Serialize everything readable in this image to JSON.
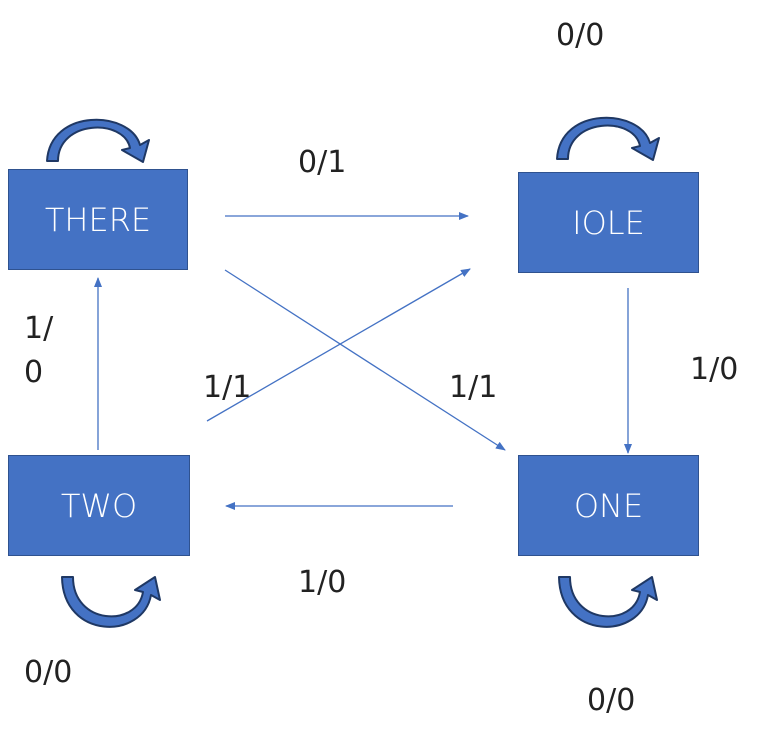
{
  "states": {
    "there": "THERE",
    "iole": "IOLE",
    "two": "TWO",
    "one": "ONE"
  },
  "labels": {
    "iole_self": "0/0",
    "there_to_iole": "0/1",
    "two_to_there_line1": "1/",
    "two_to_there_line2": "0",
    "two_to_iole": "1/1",
    "there_to_one": "1/1",
    "iole_to_one": "1/0",
    "one_to_two": "1/0",
    "two_self": "0/0",
    "one_self": "0/0"
  },
  "colors": {
    "state_fill": "#4472c4",
    "state_border": "#2f528f",
    "arrow": "#4472c4",
    "loop_fill": "#4472c4",
    "loop_stroke": "#1f3864"
  }
}
